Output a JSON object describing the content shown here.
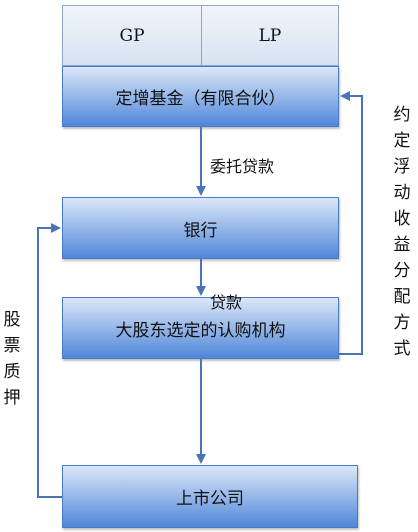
{
  "top_cells": {
    "gp": "GP",
    "lp": "LP"
  },
  "nodes": {
    "fund": "定增基金（有限合伙）",
    "bank": "银行",
    "buyer": "大股东选定的认购机构",
    "company": "上市公司"
  },
  "edge_labels": {
    "entrust_loan": "委托贷款",
    "loan": "贷款"
  },
  "side_labels": {
    "left": [
      "股",
      "票",
      "质",
      "押"
    ],
    "right": [
      "约",
      "定",
      "浮",
      "动",
      "收",
      "益",
      "分",
      "配",
      "方",
      "式"
    ]
  },
  "colors": {
    "box_top": "#dbe7f8",
    "box_bottom": "#4f86da",
    "border": "#4a7cc6",
    "connector": "#4a74b6"
  }
}
